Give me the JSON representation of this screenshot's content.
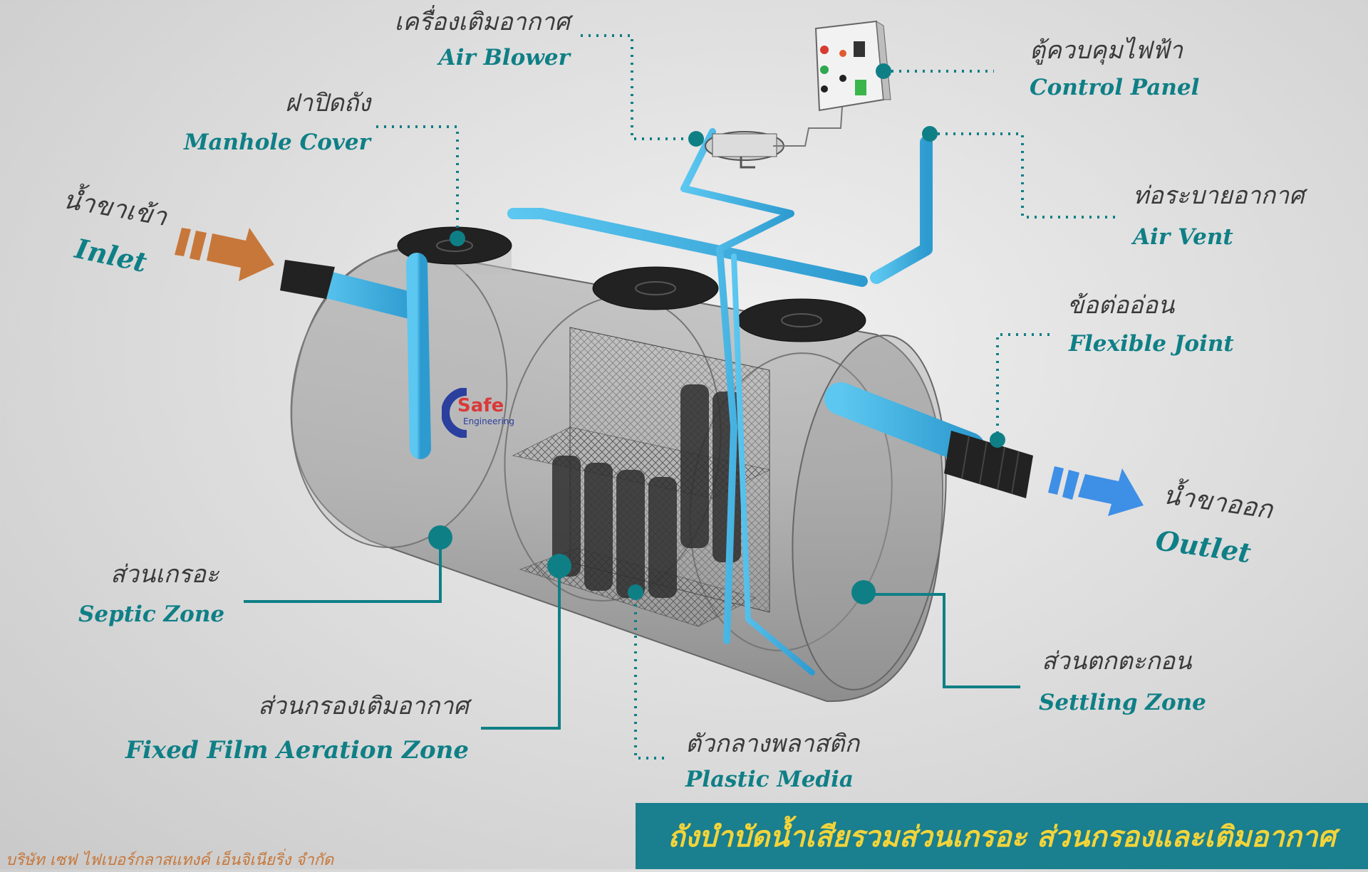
{
  "labels": {
    "air_blower": {
      "th": "เครื่องเติมอากาศ",
      "en": "Air Blower"
    },
    "control_panel": {
      "th": "ตู้ควบคุมไฟฟ้า",
      "en": "Control Panel"
    },
    "manhole_cover": {
      "th": "ฝาปิดถัง",
      "en": "Manhole Cover"
    },
    "inlet": {
      "th": "น้ำขาเข้า",
      "en": "Inlet"
    },
    "air_vent": {
      "th": "ท่อระบายอากาศ",
      "en": "Air Vent"
    },
    "flexible_joint": {
      "th": "ข้อต่ออ่อน",
      "en": "Flexible Joint"
    },
    "outlet": {
      "th": "น้ำขาออก",
      "en": "Outlet"
    },
    "septic_zone": {
      "th": "ส่วนเกรอะ",
      "en": "Septic Zone"
    },
    "settling_zone": {
      "th": "ส่วนตกตะกอน",
      "en": "Settling Zone"
    },
    "aeration_zone": {
      "th": "ส่วนกรองเติมอากาศ",
      "en": "Fixed Film Aeration Zone"
    },
    "plastic_media": {
      "th": "ตัวกลางพลาสติก",
      "en": "Plastic Media"
    }
  },
  "title": "ถังบำบัดน้ำเสียรวมส่วนเกรอะ ส่วนกรองและเติมอากาศ",
  "company": "บริษัท เซฟ ไฟเบอร์กลาสแทงค์ เอ็นจิเนียริ่ง จำกัด",
  "logo": {
    "word": "Safe",
    "sub": "Engineering"
  },
  "colors": {
    "accent": "#0f7f86",
    "pipe": "#3aaee0",
    "banner": "#1a7f8e",
    "title_text": "#f3d43a",
    "inlet_arrow": "#c7773a",
    "outlet_arrow": "#3e8fe6"
  }
}
